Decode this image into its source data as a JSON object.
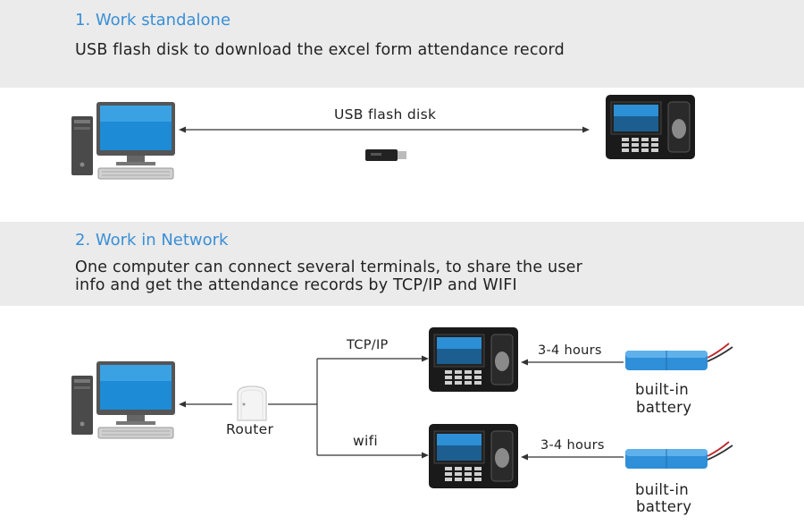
{
  "section1": {
    "title": "1. Work standalone",
    "description": "USB flash disk to download the excel form attendance record",
    "link_label": "USB flash disk"
  },
  "section2": {
    "title": "2. Work in Network",
    "description_line1": "One computer can connect several terminals, to share the user",
    "description_line2": "info and get the attendance records by TCP/IP and WIFI",
    "router_label": "Router",
    "tcp_label": "TCP/IP",
    "wifi_label": "wifi",
    "hours_top": "3-4 hours",
    "hours_bottom": "3-4 hours",
    "battery_top_line1": "built-in",
    "battery_top_line2": "battery",
    "battery_bottom_line1": "built-in",
    "battery_bottom_line2": "battery"
  },
  "colors": {
    "title_blue": "#3a8fd6",
    "band_gray": "#ebebeb",
    "battery_blue": "#2f8fd8",
    "screen_blue": "#2d8fd5"
  },
  "icons": [
    "desktop-computer-icon",
    "attendance-terminal-icon",
    "usb-flash-disk-icon",
    "router-icon",
    "battery-icon"
  ]
}
